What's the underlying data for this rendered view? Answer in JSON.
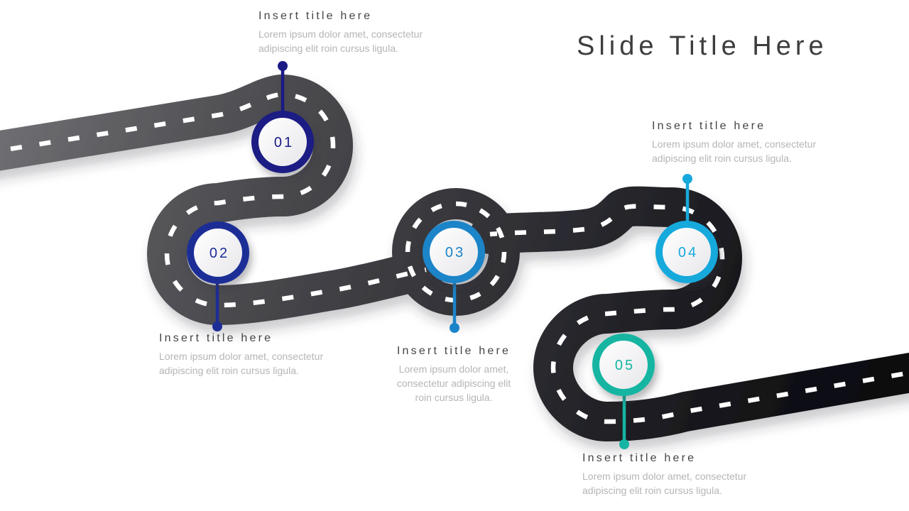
{
  "slide": {
    "title": "Slide Title Here",
    "background_color": "#ffffff"
  },
  "road": {
    "gradient_stops": [
      "#707074",
      "#525256",
      "#3a3a3f",
      "#27272c",
      "#131318",
      "#0a0a0e"
    ],
    "dash_color": "#ffffff"
  },
  "milestones": [
    {
      "number": "01",
      "color": "#1a1a85",
      "title": "Insert title here",
      "body": "Lorem ipsum dolor amet, consectetur\nadipiscing elit roin cursus ligula."
    },
    {
      "number": "02",
      "color": "#1e2d96",
      "title": "Insert title here",
      "body": "Lorem ipsum dolor amet, consectetur\nadipiscing elit roin cursus ligula."
    },
    {
      "number": "03",
      "color": "#1b84c8",
      "title": "Insert title here",
      "body": "Lorem ipsum dolor amet,\nconsectetur adipiscing elit\nroin cursus ligula."
    },
    {
      "number": "04",
      "color": "#18a9dc",
      "title": "Insert title here",
      "body": "Lorem ipsum dolor amet, consectetur\nadipiscing elit roin cursus ligula."
    },
    {
      "number": "05",
      "color": "#14b5a2",
      "title": "Insert title here",
      "body": "Lorem ipsum dolor amet, consectetur\nadipiscing elit roin cursus ligula."
    }
  ]
}
